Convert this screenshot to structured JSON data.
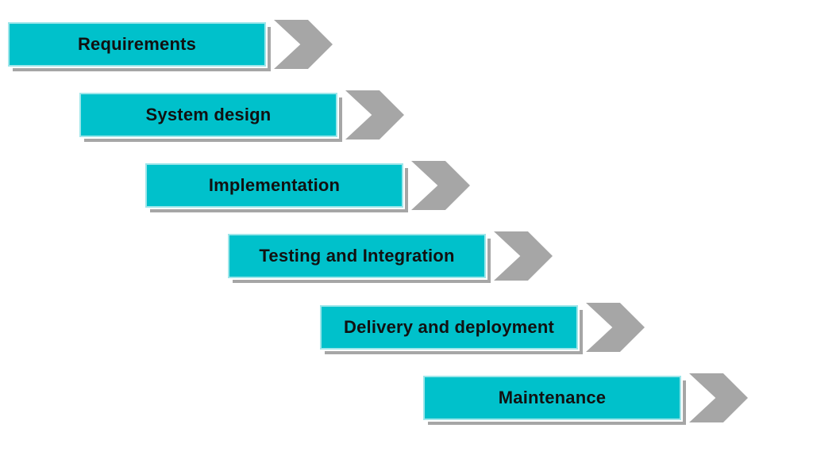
{
  "diagram": {
    "type": "waterfall-process",
    "steps": [
      {
        "label": "Requirements"
      },
      {
        "label": "System design"
      },
      {
        "label": "Implementation"
      },
      {
        "label": "Testing and Integration"
      },
      {
        "label": "Delivery and deployment"
      },
      {
        "label": "Maintenance"
      }
    ],
    "colors": {
      "box_fill": "#00c1cb",
      "box_border": "#9ee6ea",
      "shadow": "#a6a6a6",
      "arrow": "#a6a6a6",
      "text": "#111111",
      "background": "#ffffff"
    }
  }
}
